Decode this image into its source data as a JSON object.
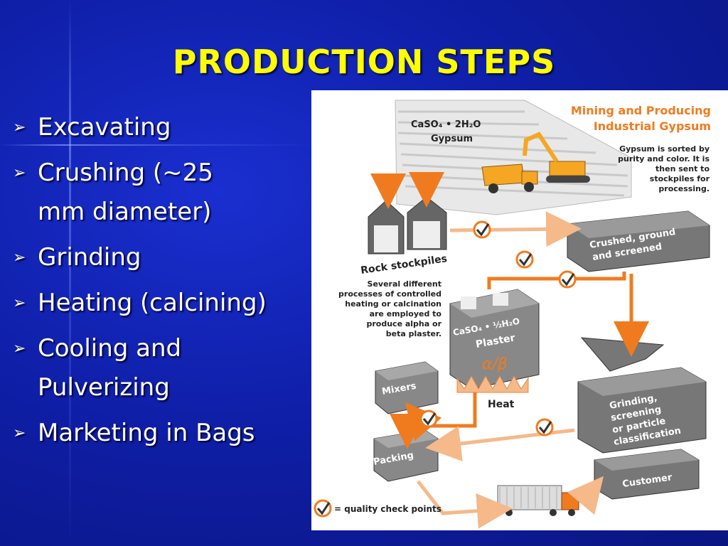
{
  "slide": {
    "title": "PRODUCTION STEPS",
    "bullets": [
      [
        "Excavating"
      ],
      [
        "Crushing (~25",
        "mm diameter)"
      ],
      [
        "Grinding"
      ],
      [
        "Heating (calcining)"
      ],
      [
        "Cooling and",
        "Pulverizing"
      ],
      [
        "Marketing in Bags"
      ]
    ],
    "colors": {
      "background": "#0f1fa8",
      "title": "#ffff00",
      "bullet_text": "#ffffff",
      "diagram_accent": "#f07b1e"
    }
  },
  "diagram": {
    "heading_line1": "Mining and Producing",
    "heading_line2": "Industrial Gypsum",
    "gypsum_formula": "CaSO₄ • 2H₂O",
    "gypsum_label": "Gypsum",
    "sorting_note": [
      "Gypsum is sorted by",
      "purity and color. It is",
      "then sent to",
      "stockpiles for",
      "processing."
    ],
    "rock_stockpiles": "Rock stockpiles",
    "crushed_box": [
      "Crushed, ground",
      "and screened"
    ],
    "calcination_note": [
      "Several different",
      "processes of controlled",
      "heating or calcination",
      "are employed to",
      "produce alpha or",
      "beta plaster."
    ],
    "plaster_formula": "CaSO₄ • ½H₂O",
    "plaster_label": "Plaster",
    "plaster_symbol": "α/β",
    "heat_label": "Heat",
    "mixers_label": "Mixers",
    "packing_label": "Packing",
    "grinding_box": [
      "Grinding,",
      "screening",
      "or particle",
      "classification"
    ],
    "customer_label": "Customer",
    "legend": "= quality check points"
  }
}
